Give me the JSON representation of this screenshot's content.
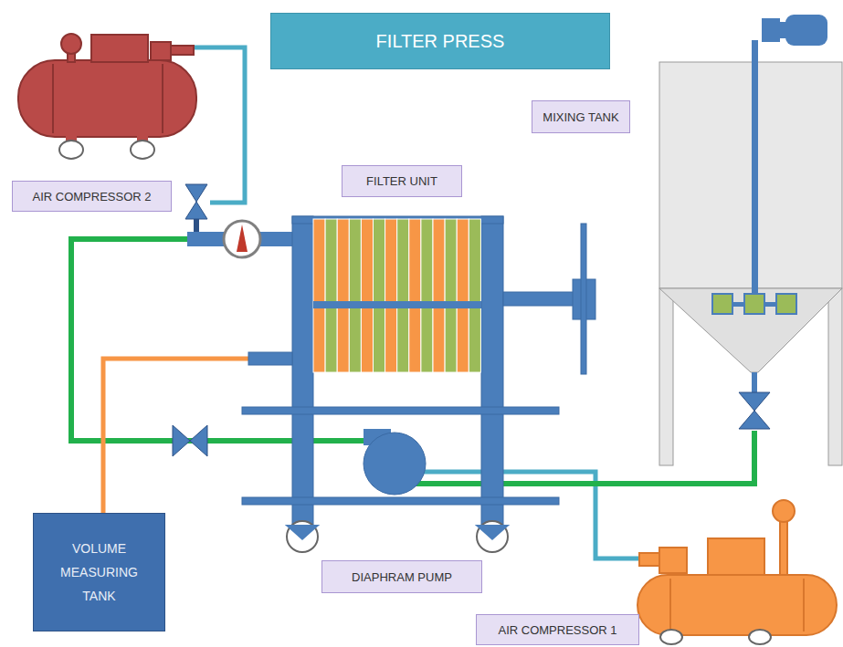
{
  "diagram": {
    "title": "FILTER PRESS",
    "nodes": [
      {
        "text": [
          "MIXING TANK"
        ]
      },
      {
        "text": [
          "FILTER UNIT"
        ]
      },
      {
        "text": [
          "AIR COMPRESSOR 2"
        ]
      },
      {
        "text": [
          "VOLUME MEASURING TANK"
        ]
      },
      {
        "text": [
          "DIAPHRAM PUMP"
        ]
      },
      {
        "text": [
          "AIR COMPRESSOR 1"
        ]
      }
    ]
  }
}
